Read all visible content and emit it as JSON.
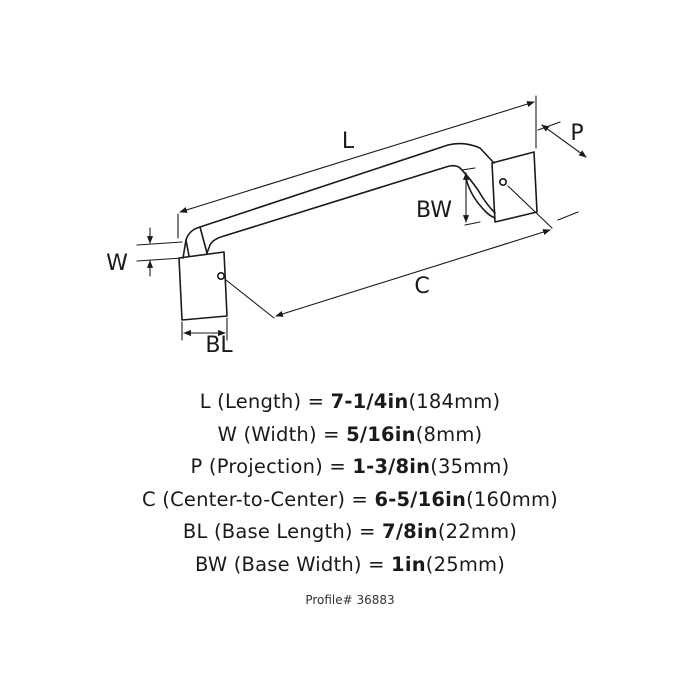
{
  "diagram": {
    "labels": {
      "L": "L",
      "P": "P",
      "BW": "BW",
      "W": "W",
      "C": "C",
      "BL": "BL"
    }
  },
  "specs": [
    {
      "key": "L",
      "name": "(Length) =",
      "value": "7-1/4in",
      "metric": "(184mm)"
    },
    {
      "key": "W",
      "name": "(Width) =",
      "value": "5/16in",
      "metric": "(8mm)"
    },
    {
      "key": "P",
      "name": "(Projection) =",
      "value": "1-3/8in",
      "metric": "(35mm)"
    },
    {
      "key": "C",
      "name": "(Center-to-Center) =",
      "value": "6-5/16in",
      "metric": "(160mm)"
    },
    {
      "key": "BL",
      "name": "(Base Length) =",
      "value": "7/8in",
      "metric": "(22mm)"
    },
    {
      "key": "BW",
      "name": "(Base Width) =",
      "value": "1in",
      "metric": "(25mm)"
    }
  ],
  "profile": "Profile# 36883",
  "colors": {
    "line": "#1a1a1a",
    "background": "#ffffff"
  }
}
